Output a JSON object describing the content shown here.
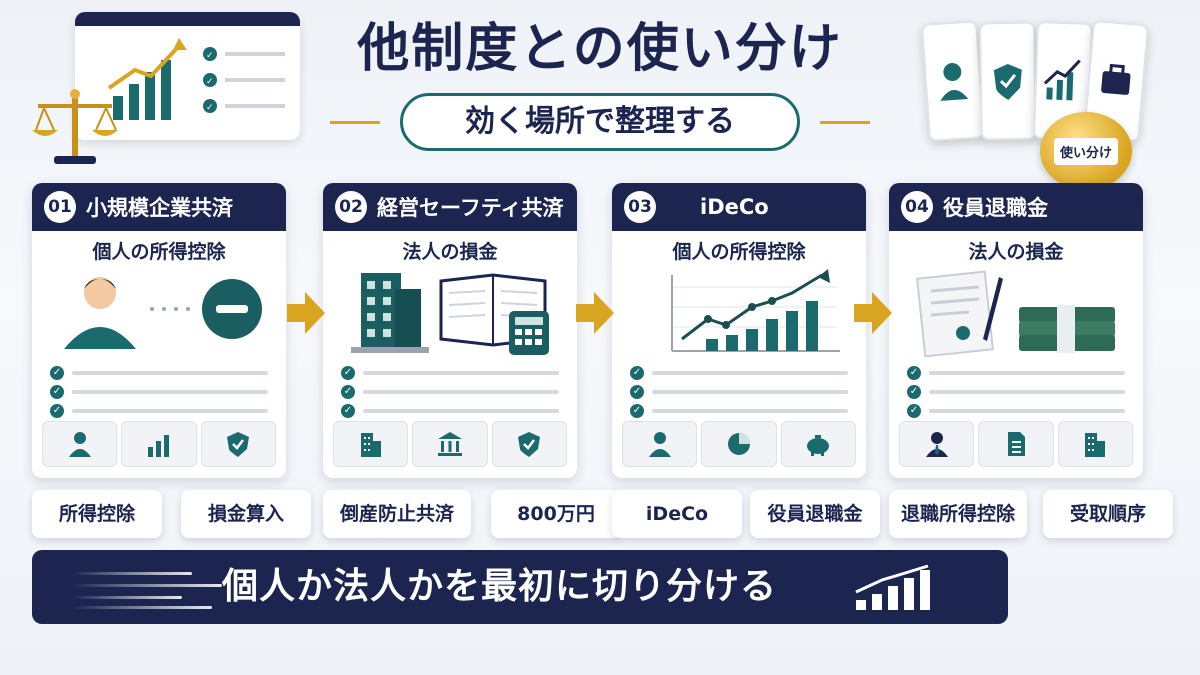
{
  "header": {
    "title": "他制度との使い分け",
    "subtitle": "効く場所で整理する",
    "badge": "使い分け"
  },
  "colors": {
    "navy": "#1b2550",
    "teal": "#1b6b6e",
    "gold": "#d9a520"
  },
  "panels": [
    {
      "num": "01",
      "title": "小規模企業共済",
      "sub": "個人の所得控除",
      "icons": [
        "person-icon",
        "bar-chart-icon",
        "shield-check-icon"
      ]
    },
    {
      "num": "02",
      "title": "経営セーフティ共済",
      "sub": "法人の損金",
      "icons": [
        "building-icon",
        "bank-icon",
        "shield-check-icon"
      ]
    },
    {
      "num": "03",
      "title": "iDeCo",
      "sub": "個人の所得控除",
      "icons": [
        "person-icon",
        "pie-chart-icon",
        "piggy-bank-icon"
      ]
    },
    {
      "num": "04",
      "title": "役員退職金",
      "sub": "法人の損金",
      "icons": [
        "businessman-icon",
        "document-icon",
        "building-icon"
      ]
    }
  ],
  "chips": [
    "所得控除",
    "損金算入",
    "倒産防止共済",
    "800万円",
    "iDeCo",
    "役員退職金",
    "退職所得控除",
    "受取順序"
  ],
  "banner": {
    "text": "個人か法人かを最初に切り分ける"
  }
}
